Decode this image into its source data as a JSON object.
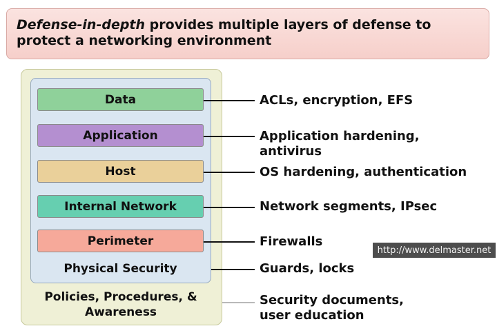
{
  "title": {
    "emphasis": "Defense-in-depth",
    "rest": "provides multiple layers of defense to protect a networking environment"
  },
  "layers": [
    {
      "name": "Data",
      "measure": "ACLs, encryption, EFS",
      "color": "#8fd19a"
    },
    {
      "name": "Application",
      "measure": "Application hardening, antivirus",
      "color": "#b48fd0"
    },
    {
      "name": "Host",
      "measure": "OS hardening, authentication",
      "color": "#ead09a"
    },
    {
      "name": "Internal Network",
      "measure": "Network segments, IPsec",
      "color": "#66cfb0"
    },
    {
      "name": "Perimeter",
      "measure": "Firewalls",
      "color": "#f6a99a"
    }
  ],
  "physical": {
    "name": "Physical Security",
    "measure": "Guards, locks"
  },
  "policies": {
    "name": "Policies, Procedures, & Awareness",
    "measure": "Security documents, user education"
  },
  "watermark": "http://www.delmaster.net"
}
